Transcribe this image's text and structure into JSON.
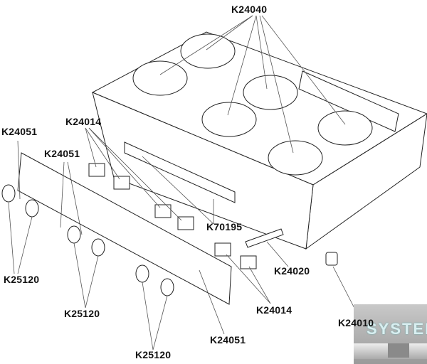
{
  "diagram": {
    "labels": {
      "burner_top": "K24040",
      "knob_top_left": "K24014",
      "screw_left": "K24051",
      "screw_left_2": "K24051",
      "panel_bracket": "K70195",
      "knob_left": "K25120",
      "ignition_strip": "K24020",
      "knob_holder_right": "K24014",
      "knob_mid": "K25120",
      "foot": "K24010",
      "screw_bottom": "K24051",
      "knob_bottom": "K25120"
    },
    "logo_text": "SYSTEM"
  }
}
